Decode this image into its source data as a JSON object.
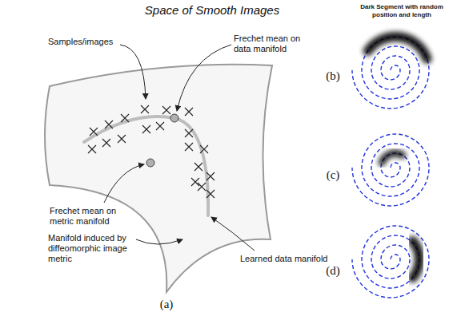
{
  "diagram": {
    "title": "Space of Smooth Images",
    "labels": [
      "Samples/images",
      "Frechet mean on data manifold",
      "Frechet mean on metric manifold",
      "Manifold induced by diffeomorphic image metric",
      "Learned data manifold",
      "(a)",
      "Dark Segment with random position and length",
      "(b)",
      "(c)",
      "(d)"
    ]
  }
}
